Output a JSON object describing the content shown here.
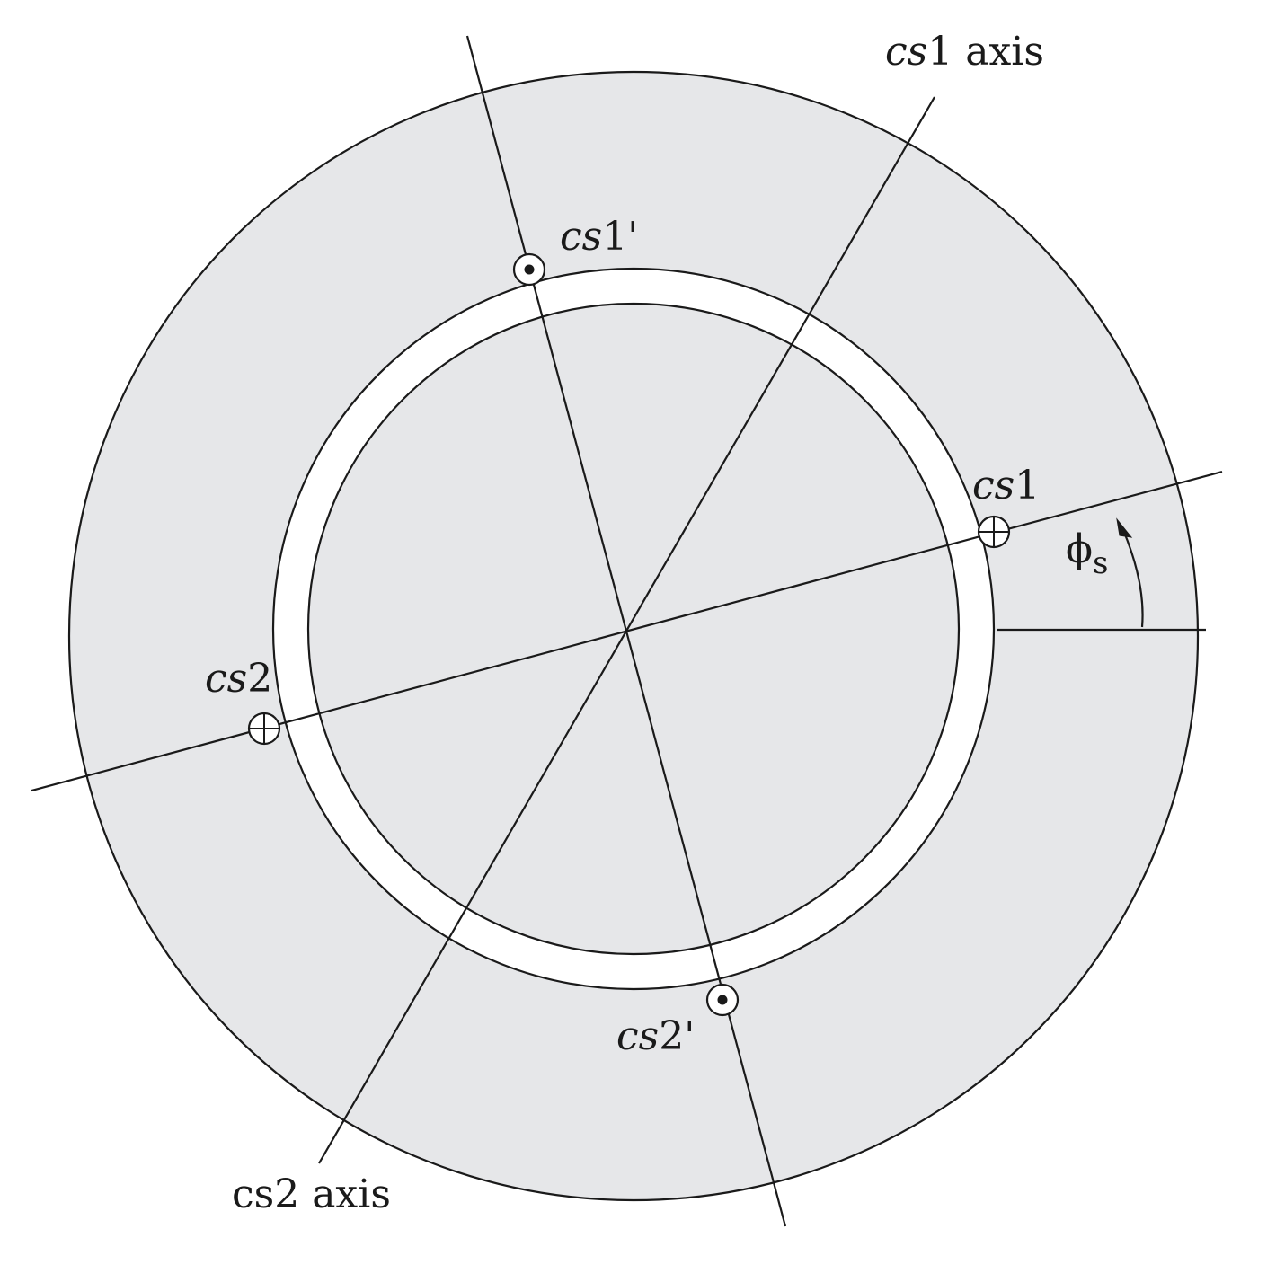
{
  "colors": {
    "stroke": "#1a1a1a",
    "stator_fill": "#e6e7e9",
    "airgap_fill": "#ffffff",
    "rotor_fill": "#e6e7e9",
    "background": "#ffffff"
  },
  "labels": {
    "cs1_axis": {
      "prefix": "cs",
      "num": "1",
      "suffix": " axis"
    },
    "cs2_axis": "cs2 axis",
    "cs1": {
      "prefix": "cs",
      "num": "1"
    },
    "cs1p": {
      "prefix": "cs",
      "num": "1",
      "prime": "'"
    },
    "cs2": {
      "prefix": "cs",
      "num": "2"
    },
    "cs2p": {
      "prefix": "cs",
      "num": "2",
      "prime": "'"
    },
    "phi": {
      "symbol": "ϕ",
      "sub": "s"
    }
  },
  "conductors": [
    {
      "name": "cs1",
      "type": "cross"
    },
    {
      "name": "cs1'",
      "type": "dot"
    },
    {
      "name": "cs2",
      "type": "cross"
    },
    {
      "name": "cs2'",
      "type": "dot"
    }
  ]
}
